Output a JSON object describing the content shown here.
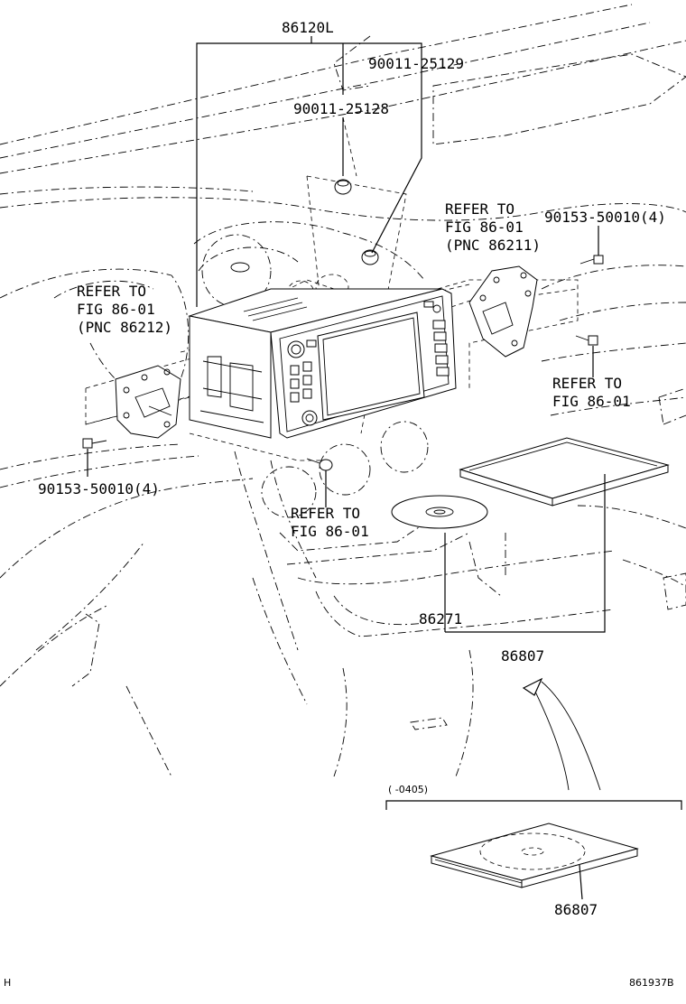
{
  "labels": {
    "p86120L": "86120L",
    "p90011_25129": "90011-25129",
    "p90011_25128": "90011-25128",
    "refer_right_1": "REFER TO",
    "refer_right_2": "FIG 86-01",
    "refer_right_3": "(PNC 86211)",
    "p90153_right": "90153-50010(4)",
    "refer_left_1": "REFER TO",
    "refer_left_2": "FIG 86-01",
    "refer_left_3": "(PNC 86212)",
    "refer_bolt_1": "REFER TO",
    "refer_bolt_2": "FIG 86-01",
    "p90153_left": "90153-50010(4)",
    "refer_bottom_1": "REFER TO",
    "refer_bottom_2": "FIG 86-01",
    "p86271": "86271",
    "p86807_main": "86807",
    "date_range": "(     -0405)",
    "p86807_sub": "86807",
    "corner_left": "H",
    "corner_right": "861937B"
  }
}
